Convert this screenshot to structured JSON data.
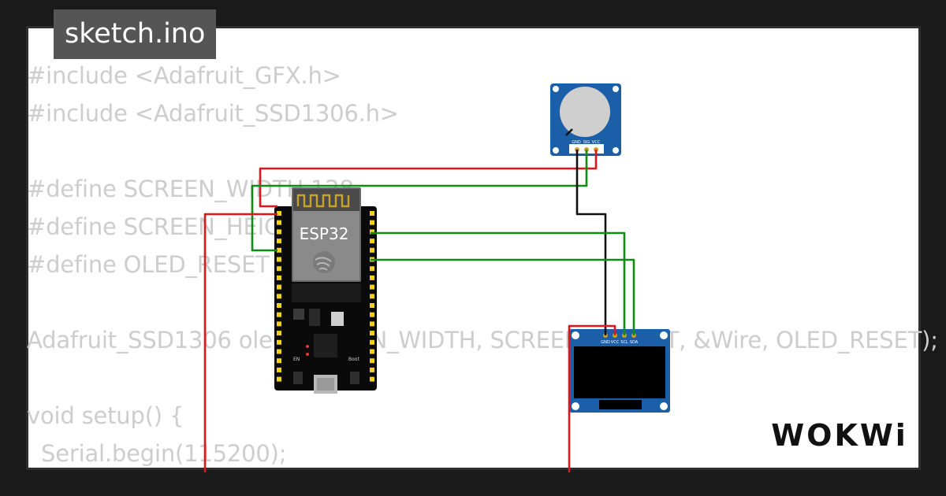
{
  "tab": {
    "filename": "sketch.ino"
  },
  "code_lines": [
    "#include <Adafruit_GFX.h>",
    "#include <Adafruit_SSD1306.h>",
    "",
    "#define SCREEN_WIDTH 128",
    "#define SCREEN_HEIGHT 64",
    "#define OLED_RESET -1",
    "",
    "Adafruit_SSD1306 oled(SCREEN_WIDTH, SCREEN_HEIGHT, &Wire, OLED_RESET);",
    "",
    "void setup() {",
    "  Serial.begin(115200);"
  ],
  "esp32": {
    "label": "ESP32",
    "en_label": "EN",
    "boot_label": "Boot"
  },
  "pot": {
    "pins": [
      "GND",
      "SIG",
      "VCC"
    ]
  },
  "oled": {
    "pins": [
      "GND",
      "VCC",
      "SCL",
      "SDA"
    ]
  },
  "brand": {
    "name": "WOKWi"
  },
  "colors": {
    "wire_red": "#e0161b",
    "wire_green": "#0f8c14",
    "wire_black": "#111111",
    "board_blue": "#1b5fa8",
    "board_black": "#0a0a0a",
    "pin_yellow": "#f2d21f"
  }
}
